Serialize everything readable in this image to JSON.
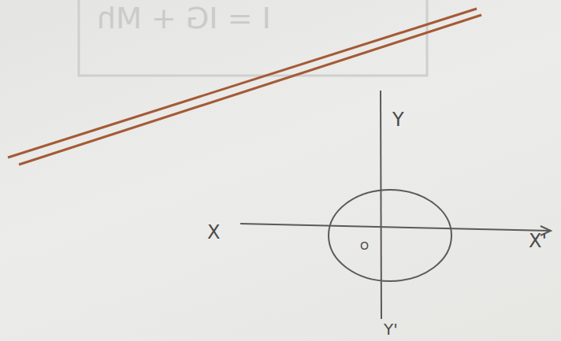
{
  "diagram": {
    "labels": [
      "I = IG + Mh",
      "Y",
      "X",
      "X'",
      "O",
      "Y'"
    ]
  }
}
